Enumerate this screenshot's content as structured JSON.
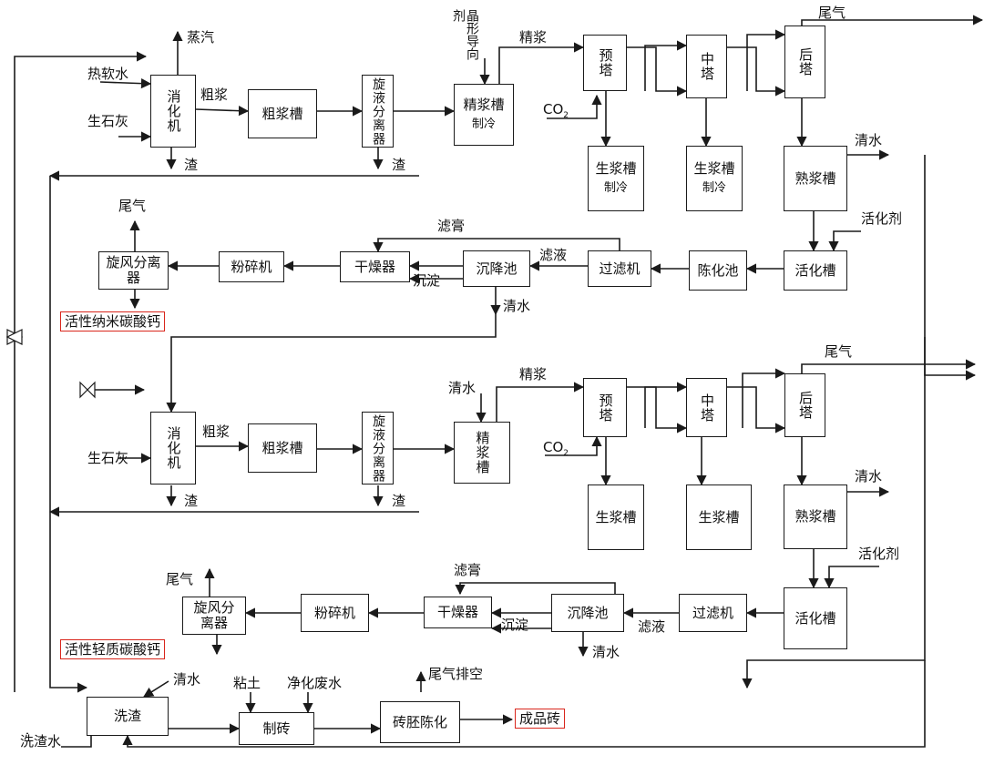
{
  "section1": {
    "inputs": {
      "hot_soft_water": "热软水",
      "quicklime": "生石灰",
      "steam": "蒸汽",
      "slag1": "渣",
      "slag2": "渣",
      "crystal_agent": "晶形导向剂",
      "co2": "CO",
      "co2_sub": "2",
      "tail_gas": "尾气",
      "clear_water": "清水",
      "activator": "活化剂",
      "filter_cake": "滤膏",
      "filtrate": "滤液",
      "precipitate": "沉淀",
      "clear_water2": "清水",
      "tail_gas2": "尾气"
    },
    "flows": {
      "crude_slurry": "粗浆",
      "fine_slurry": "精浆"
    },
    "units": {
      "slaker": "消化机",
      "crude_tank": "粗浆槽",
      "separator": "旋液分离器",
      "fine_tank": "精浆槽",
      "fine_tank_sub": "制冷",
      "pre_tower": "预塔",
      "mid_tower": "中塔",
      "post_tower": "后塔",
      "raw_tank1": "生浆槽",
      "raw_tank1_sub": "制冷",
      "raw_tank2": "生浆槽",
      "raw_tank2_sub": "制冷",
      "mature_tank": "熟浆槽",
      "activation_tank": "活化槽",
      "aging_pool": "陈化池",
      "filter": "过滤机",
      "settling_pool": "沉降池",
      "dryer": "干燥器",
      "crusher": "粉碎机",
      "cyclone": "旋风分离器"
    },
    "product": "活性纳米碳酸钙"
  },
  "section2": {
    "inputs": {
      "quicklime": "生石灰",
      "slag1": "渣",
      "slag2": "渣",
      "clear_water_in": "清水",
      "co2": "CO",
      "co2_sub": "2",
      "tail_gas": "尾气",
      "clear_water": "清水",
      "activator": "活化剂",
      "filter_cake": "滤膏",
      "filtrate": "滤液",
      "precipitate": "沉淀",
      "clear_water2": "清水",
      "tail_gas2": "尾气"
    },
    "flows": {
      "crude_slurry": "粗浆",
      "fine_slurry": "精浆"
    },
    "units": {
      "slaker": "消化机",
      "crude_tank": "粗浆槽",
      "separator": "旋液分离器",
      "fine_tank": "精浆槽",
      "pre_tower": "预塔",
      "mid_tower": "中塔",
      "post_tower": "后塔",
      "raw_tank1": "生浆槽",
      "raw_tank2": "生浆槽",
      "mature_tank": "熟浆槽",
      "activation_tank": "活化槽",
      "filter": "过滤机",
      "settling_pool": "沉降池",
      "dryer": "干燥器",
      "crusher": "粉碎机",
      "cyclone": "旋风分离器"
    },
    "product": "活性轻质碳酸钙"
  },
  "section3": {
    "inputs": {
      "clear_water": "清水",
      "clay": "粘土",
      "purified_wastewater": "净化废水",
      "tail_gas_vent": "尾气排空"
    },
    "units": {
      "slag_wash": "洗渣",
      "brick_making": "制砖",
      "brick_aging": "砖胚陈化"
    },
    "outputs": {
      "wash_water": "洗渣水"
    },
    "product": "成品砖"
  }
}
